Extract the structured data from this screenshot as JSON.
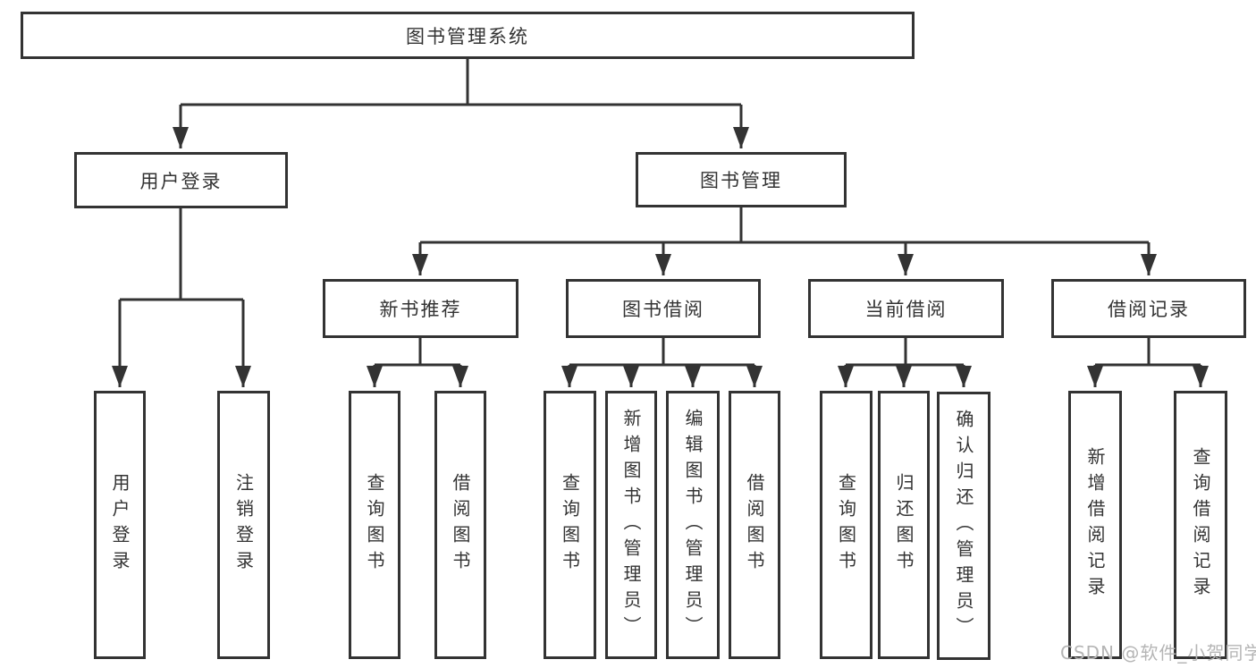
{
  "diagram": {
    "tree": {
      "root": {
        "label": "图书管理系统"
      },
      "children": [
        {
          "label": "用户登录",
          "children": [
            {
              "label": "用户登录"
            },
            {
              "label": "注销登录"
            }
          ]
        },
        {
          "label": "图书管理",
          "children": [
            {
              "label": "新书推荐",
              "children": [
                {
                  "label": "查询图书"
                },
                {
                  "label": "借阅图书"
                }
              ]
            },
            {
              "label": "图书借阅",
              "children": [
                {
                  "label": "查询图书"
                },
                {
                  "label": "新增图书（管理员）"
                },
                {
                  "label": "编辑图书（管理员）"
                },
                {
                  "label": "借阅图书"
                }
              ]
            },
            {
              "label": "当前借阅",
              "children": [
                {
                  "label": "查询图书"
                },
                {
                  "label": "归还图书"
                },
                {
                  "label": "确认归还（管理员）"
                }
              ]
            },
            {
              "label": "借阅记录",
              "children": [
                {
                  "label": "新增借阅记录"
                },
                {
                  "label": "查询借阅记录"
                }
              ]
            }
          ]
        }
      ]
    },
    "watermark": {
      "text": "CSDN @软件_小贺同学"
    },
    "colors": {
      "line": "#333333",
      "box_border": "#333333",
      "text": "#333333",
      "watermark": "#b5b5b5",
      "background": "#ffffff"
    }
  }
}
